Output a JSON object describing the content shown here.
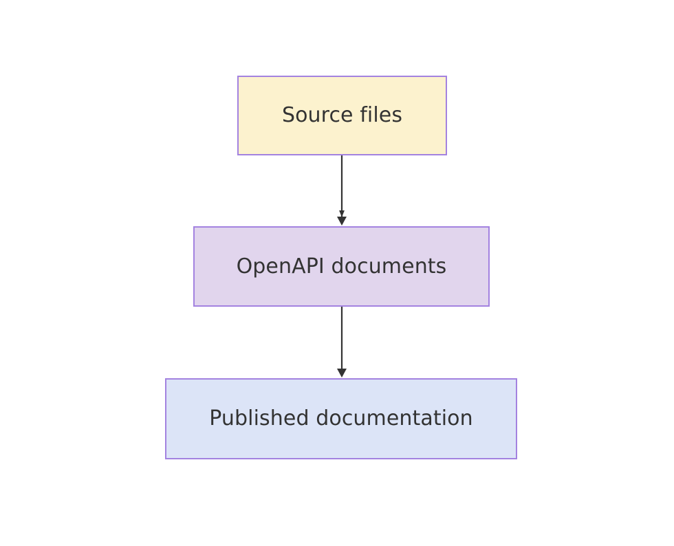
{
  "diagram": {
    "type": "flowchart",
    "direction": "top-to-bottom",
    "background_color": "#ffffff",
    "node_border_color": "#a382e0",
    "node_text_color": "#333333",
    "edge_color": "#333333",
    "nodes": [
      {
        "id": "source-files",
        "label": "Source files",
        "fill_color": "#fcf2ce",
        "border_color": "#a382e0"
      },
      {
        "id": "openapi-documents",
        "label": "OpenAPI documents",
        "fill_color": "#e1d5ed",
        "border_color": "#a382e0"
      },
      {
        "id": "published-documentation",
        "label": "Published documentation",
        "fill_color": "#dce4f7",
        "border_color": "#a382e0"
      }
    ],
    "edges": [
      {
        "id": "edge-source-to-openapi",
        "from": "source-files",
        "to": "openapi-documents",
        "label": "",
        "arrowhead": "solid-triangle"
      },
      {
        "id": "edge-openapi-to-published",
        "from": "openapi-documents",
        "to": "published-documentation",
        "label": "",
        "arrowhead": "solid-triangle"
      }
    ]
  }
}
